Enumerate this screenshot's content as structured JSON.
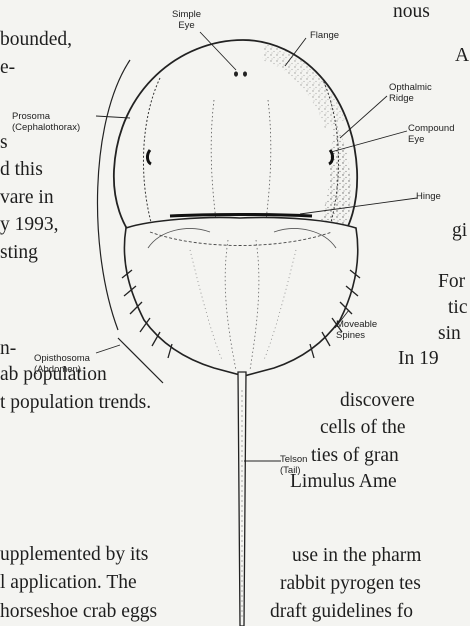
{
  "text_left": [
    "bounded,",
    "e-",
    "s",
    "d this",
    "vare in",
    "y 1993,",
    "sting",
    "n-",
    "ab population",
    "t population trends.",
    "upplemented by its",
    "l application.  The",
    "horseshoe crab eggs"
  ],
  "text_right": [
    "nous",
    "A",
    "gi",
    "For l",
    "tic",
    "sin",
    "In 19",
    "discovere",
    "cells of the",
    "ties of gran",
    "Limulus Ame",
    "use in the pharm",
    "rabbit pyrogen tes",
    "draft guidelines fo"
  ],
  "labels": {
    "simple_eye": [
      "Simple",
      "Eye"
    ],
    "flange": "Flange",
    "opthalmic_ridge": [
      "Opthalmic",
      "Ridge"
    ],
    "compound_eye": [
      "Compound",
      "Eye"
    ],
    "hinge": "Hinge",
    "prosoma": [
      "Prosoma",
      "(Cephalothorax)"
    ],
    "opisthosoma": [
      "Opisthosoma",
      "(Abdomen)"
    ],
    "moveable_spines": [
      "Moveable",
      "Spines"
    ],
    "telson": [
      "Telson",
      "(Tail)"
    ]
  }
}
